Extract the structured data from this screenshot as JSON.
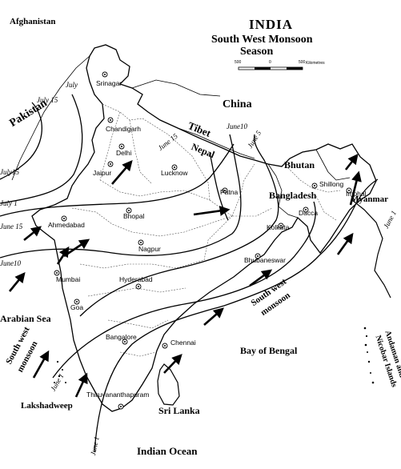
{
  "title": {
    "country": "INDIA",
    "line1": "South West Monsoon",
    "line2": "Season"
  },
  "scale": {
    "left": "500",
    "mid": "0",
    "right": "500",
    "unit": "Kilometres"
  },
  "countries": {
    "afghanistan": "Afghanistan",
    "pakistan": "Pakistan",
    "china": "China",
    "tibet": "Tibet",
    "nepal": "Nepal",
    "bhutan": "Bhutan",
    "bangladesh": "Bangladesh",
    "myanmar": "Myanmar",
    "srilanka": "Sri Lanka"
  },
  "water": {
    "arabian_sea": "Arabian Sea",
    "bay_of_bengal": "Bay of Bengal",
    "indian_ocean": "Indian Ocean"
  },
  "islands": {
    "andaman_line1": "Andaman and",
    "andaman_line2": "Nicobar Islands",
    "lakshadweep": "Lakshadweep"
  },
  "monsoon_labels": {
    "west_line1": "South west",
    "west_line2": "monsoon",
    "east_line1": "South west",
    "east_line2": "monsoon"
  },
  "cities": {
    "srinagar": "Srinagar",
    "chandigarh": "Chandigarh",
    "delhi": "Delhi",
    "jaipur": "Jaipur",
    "lucknow": "Lucknow",
    "patna": "Patna",
    "shillong": "Shillong",
    "imphal": "Imphal",
    "dacca": "Dacca",
    "kolkata": "Kolkata",
    "ahmedabad": "Ahmedabad",
    "bhopal": "Bhopal",
    "nagpur": "Nagpur",
    "bhubaneswar": "Bhubaneswar",
    "mumbai": "Mumbai",
    "hyderabad": "Hyderabad",
    "goa": "Goa",
    "bangalore": "Bangalore",
    "chennai": "Chennai",
    "thiruvananthapuram": "Thiruvananthapuram"
  },
  "isochrones": {
    "july": "July",
    "july15_a": "July 15",
    "july15_b": "July15",
    "july1": "July 1",
    "june15_a": "June 15",
    "june15_b": "June 15",
    "june10_a": "June10",
    "june10_b": "June10",
    "june5": "June 5",
    "june1_a": "June 1",
    "june1_b": "June 1",
    "june1_c": "June 1"
  }
}
